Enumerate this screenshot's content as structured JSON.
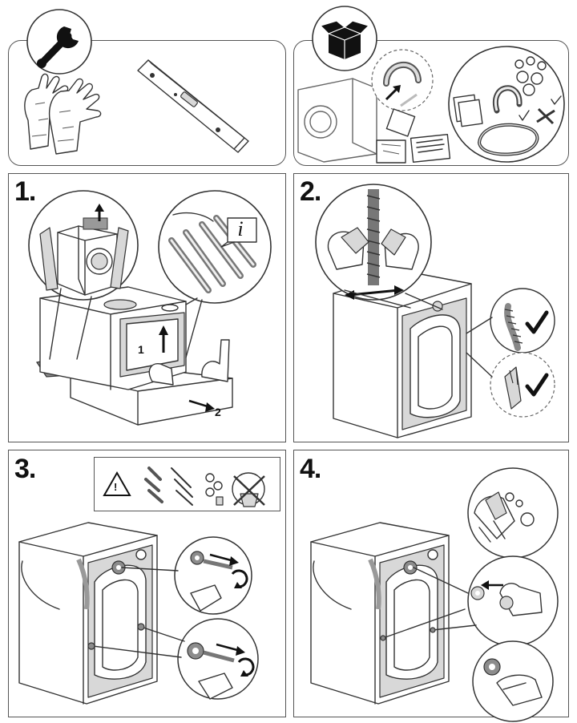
{
  "steps": [
    {
      "label": "1."
    },
    {
      "label": "2."
    },
    {
      "label": "3."
    },
    {
      "label": "4."
    }
  ],
  "step1": {
    "callout_1": "1",
    "callout_2": "2",
    "info_symbol": "i"
  },
  "step3": {
    "warning_symbol": "!"
  },
  "icons": {
    "tools": "wrench-icon",
    "package": "box-icon",
    "check": "checkmark-icon",
    "warning": "warning-triangle-icon"
  }
}
